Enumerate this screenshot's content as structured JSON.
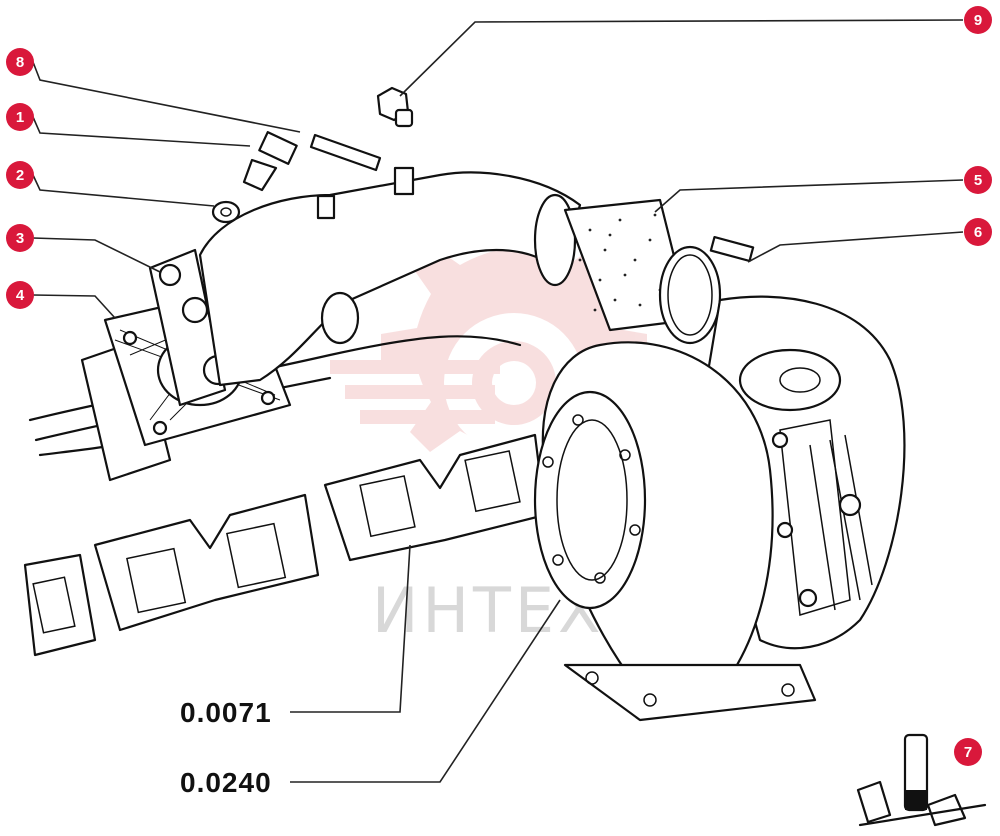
{
  "colors": {
    "callout": "#d9183b",
    "leader": "#222222",
    "watermark_gear": "#f3c6c6",
    "watermark_text": "#d8d8d8",
    "line": "#111111"
  },
  "watermark": {
    "text": "ИНТЕХ",
    "icon": "gear-logo-icon"
  },
  "callouts": [
    {
      "id": "1",
      "label": "1"
    },
    {
      "id": "2",
      "label": "2"
    },
    {
      "id": "3",
      "label": "3"
    },
    {
      "id": "4",
      "label": "4"
    },
    {
      "id": "5",
      "label": "5"
    },
    {
      "id": "6",
      "label": "6"
    },
    {
      "id": "7",
      "label": "7"
    },
    {
      "id": "8",
      "label": "8"
    },
    {
      "id": "9",
      "label": "9"
    }
  ],
  "references": [
    {
      "id": "ref-a",
      "label": "0.0071"
    },
    {
      "id": "ref-b",
      "label": "0.0240"
    }
  ]
}
